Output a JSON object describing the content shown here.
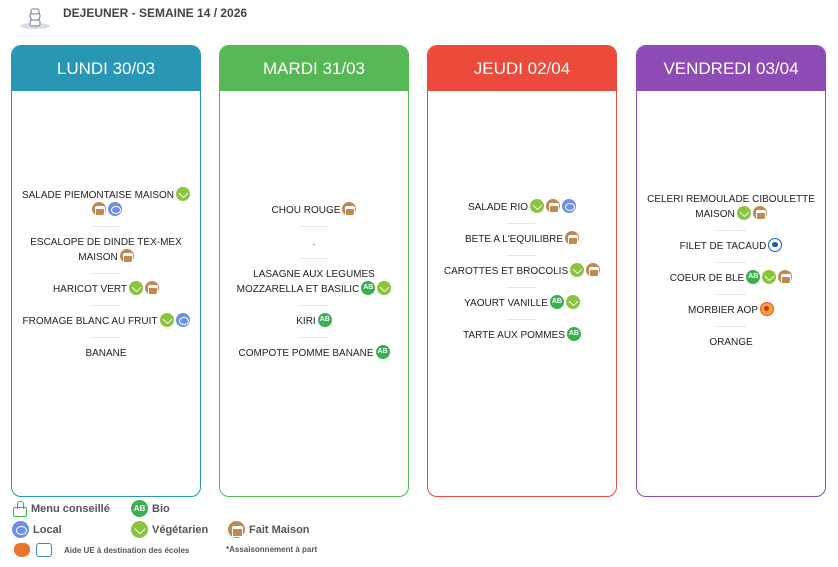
{
  "header": {
    "title": "DEJEUNER - SEMAINE 14 / 2026"
  },
  "days": [
    {
      "name": "LUNDI 30/03",
      "color": "#2896b5",
      "items": [
        {
          "text": "SALADE PIEMONTAISE MAISON",
          "icons": [
            "vegetarien-icon",
            "fait-maison-icon",
            "local-icon"
          ]
        },
        {
          "text": "ESCALOPE DE DINDE TEX-MEX MAISON",
          "icons": [
            "fait-maison-icon"
          ]
        },
        {
          "text": "HARICOT VERT",
          "icons": [
            "vegetarien-icon",
            "fait-maison-icon"
          ]
        },
        {
          "text": "FROMAGE BLANC AU FRUIT",
          "icons": [
            "vegetarien-icon",
            "local-icon"
          ]
        },
        {
          "text": "BANANE",
          "icons": []
        }
      ]
    },
    {
      "name": "MARDI 31/03",
      "color": "#56b755",
      "items": [
        {
          "text": "CHOU ROUGE",
          "icons": [
            "fait-maison-icon"
          ]
        },
        {
          "text": ".",
          "icons": []
        },
        {
          "text": "LASAGNE AUX LEGUMES MOZZARELLA ET BASILIC",
          "icons": [
            "bio-icon",
            "vegetarien-icon"
          ]
        },
        {
          "text": "KIRI",
          "icons": [
            "bio-icon"
          ]
        },
        {
          "text": "COMPOTE POMME BANANE",
          "icons": [
            "bio-icon"
          ]
        }
      ]
    },
    {
      "name": "JEUDI 02/04",
      "color": "#ec4b3c",
      "items": [
        {
          "text": "SALADE RIO",
          "icons": [
            "vegetarien-icon",
            "fait-maison-icon",
            "local-icon"
          ]
        },
        {
          "text": "BETE A L'EQUILIBRE",
          "icons": [
            "fait-maison-icon"
          ]
        },
        {
          "text": "CAROTTES ET BROCOLIS",
          "icons": [
            "vegetarien-icon",
            "fait-maison-icon"
          ]
        },
        {
          "text": "YAOURT VANILLE",
          "icons": [
            "bio-icon",
            "vegetarien-icon"
          ]
        },
        {
          "text": "TARTE AUX POMMES",
          "icons": [
            "bio-icon"
          ]
        }
      ]
    },
    {
      "name": "VENDREDI 03/04",
      "color": "#8e4bb5",
      "items": [
        {
          "text": "CELERI REMOULADE CIBOULETTE MAISON",
          "icons": [
            "vegetarien-icon",
            "fait-maison-icon"
          ]
        },
        {
          "text": "FILET DE TACAUD",
          "icons": [
            "msc-icon"
          ]
        },
        {
          "text": "COEUR DE BLE",
          "icons": [
            "bio-icon",
            "vegetarien-icon",
            "fait-maison-icon"
          ]
        },
        {
          "text": "MORBIER AOP",
          "icons": [
            "aop-icon"
          ]
        },
        {
          "text": "ORANGE",
          "icons": []
        }
      ]
    }
  ],
  "legend": {
    "menu_conseille": "Menu conseillé",
    "bio": "Bio",
    "local": "Local",
    "vegetarien": "Végétarien",
    "fait_maison": "Fait Maison",
    "aide_ue": "Aide UE à destination des écoles",
    "assaisonnement": "*Assaisonnement à part"
  }
}
